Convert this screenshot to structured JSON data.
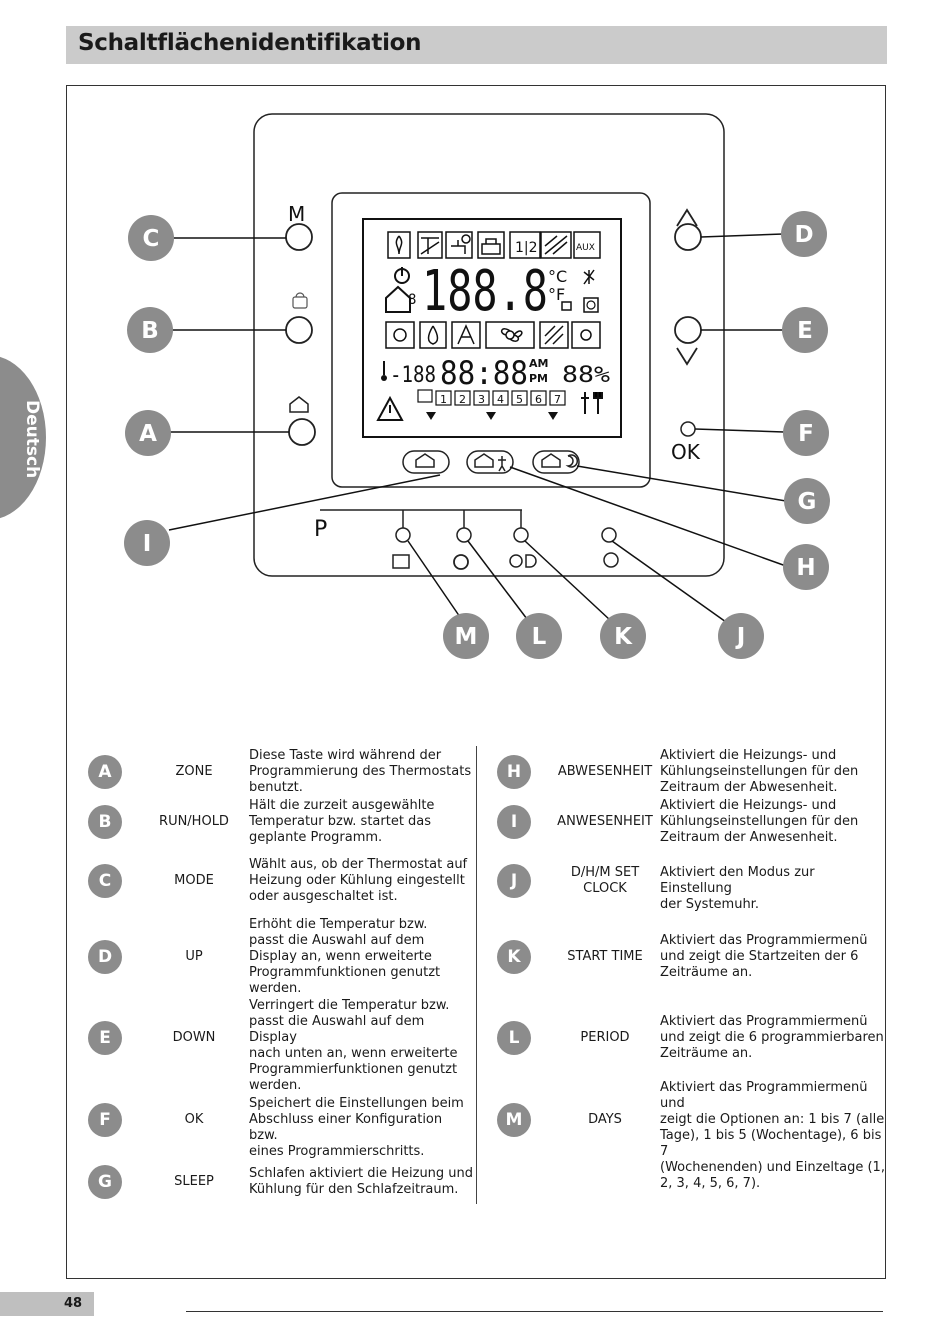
{
  "page": {
    "title": "Schaltflächenidentifikation",
    "side_tab": "Deutsch",
    "page_number": "48"
  },
  "diagram": {
    "button_labels": {
      "mode": "M",
      "ok": "OK",
      "program": "P"
    },
    "callouts": [
      "A",
      "B",
      "C",
      "D",
      "E",
      "F",
      "G",
      "H",
      "I",
      "J",
      "K",
      "L",
      "M"
    ],
    "lcd": {
      "main_digits": "188.8",
      "unit_c": "°C",
      "unit_f": "°F",
      "time_digits": "88:88",
      "am": "AM",
      "pm": "PM",
      "humidity": "88%",
      "temp_small": "-188",
      "zone_digit": "8",
      "aux": "AUX",
      "stage": "1|2",
      "days": [
        "1",
        "2",
        "3",
        "4",
        "5",
        "6",
        "7"
      ]
    }
  },
  "legend_left": [
    {
      "letter": "A",
      "name": "ZONE",
      "desc": [
        "Diese Taste wird während der",
        "Programmierung des Thermostats",
        "benutzt."
      ]
    },
    {
      "letter": "B",
      "name": "RUN/HOLD",
      "desc": [
        "Hält die zurzeit ausgewählte",
        "Temperatur bzw. startet das",
        "geplante Programm."
      ]
    },
    {
      "letter": "C",
      "name": "MODE",
      "desc": [
        "Wählt aus, ob der Thermostat auf",
        "Heizung oder Kühlung eingestellt",
        "oder ausgeschaltet ist."
      ]
    },
    {
      "letter": "D",
      "name": "UP",
      "desc": [
        "Erhöht die Temperatur bzw.",
        "passt die Auswahl auf dem",
        "Display an, wenn erweiterte",
        "Programmfunktionen genutzt",
        "werden."
      ]
    },
    {
      "letter": "E",
      "name": "DOWN",
      "desc": [
        "Verringert die Temperatur bzw.",
        "passt die Auswahl auf dem Display",
        "nach unten an, wenn erweiterte",
        "Programmierfunktionen genutzt",
        "werden."
      ]
    },
    {
      "letter": "F",
      "name": "OK",
      "desc": [
        "Speichert die Einstellungen beim",
        "Abschluss einer Konfiguration bzw.",
        "eines Programmierschritts."
      ]
    },
    {
      "letter": "G",
      "name": "SLEEP",
      "desc": [
        "Schlafen aktiviert die Heizung und",
        "Kühlung für den Schlafzeitraum."
      ]
    }
  ],
  "legend_right": [
    {
      "letter": "H",
      "name": "ABWESENHEIT",
      "desc": [
        "Aktiviert die Heizungs- und",
        "Kühlungseinstellungen für den",
        "Zeitraum der Abwesenheit."
      ]
    },
    {
      "letter": "I",
      "name": "ANWESENHEIT",
      "desc": [
        "Aktiviert die Heizungs- und",
        "Kühlungseinstellungen für den",
        "Zeitraum der Anwesenheit."
      ]
    },
    {
      "letter": "J",
      "name": "D/H/M SET\nCLOCK",
      "desc": [
        "Aktiviert den Modus zur Einstellung",
        "der Systemuhr."
      ]
    },
    {
      "letter": "K",
      "name": "START TIME",
      "desc": [
        "Aktiviert das Programmiermenü",
        "und zeigt die Startzeiten der 6",
        "Zeiträume an."
      ]
    },
    {
      "letter": "L",
      "name": "PERIOD",
      "desc": [
        "Aktiviert das Programmiermenü",
        "und zeigt die 6 programmierbaren",
        "Zeiträume an."
      ]
    },
    {
      "letter": "M",
      "name": "DAYS",
      "desc": [
        "Aktiviert das Programmiermenü und",
        "zeigt die Optionen an: 1 bis 7 (alle",
        "Tage), 1 bis 5 (Wochentage), 6 bis 7",
        "(Wochenenden) und Einzeltage (1,",
        "2, 3, 4, 5, 6, 7)."
      ]
    }
  ]
}
